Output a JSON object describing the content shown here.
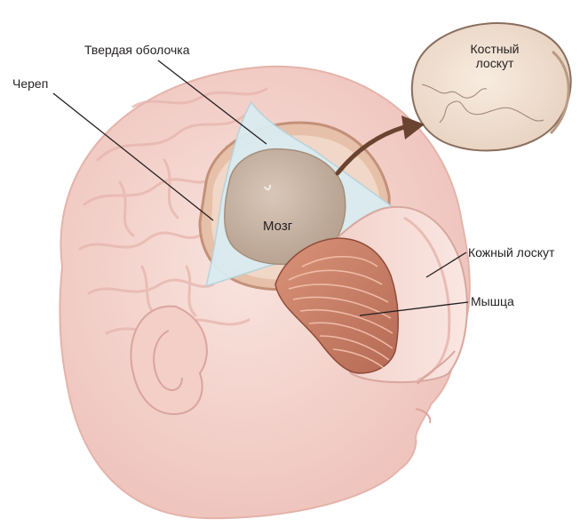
{
  "labels": {
    "dura": "Твердая оболочка",
    "skull": "Череп",
    "bone_flap_line1": "Костный",
    "bone_flap_line2": "лоскут",
    "brain": "Мозг",
    "skin_flap": "Кожный лоскут",
    "muscle": "Мышца"
  },
  "colors": {
    "skin": "#f6d9d3",
    "skin_shadow": "#e9b9b2",
    "bone": "#f3e6d8",
    "dura": "#dcecf0",
    "brain": "#c9b6a6",
    "muscle": "#c9826c",
    "arrow": "#6a4430",
    "text": "#231f20"
  }
}
